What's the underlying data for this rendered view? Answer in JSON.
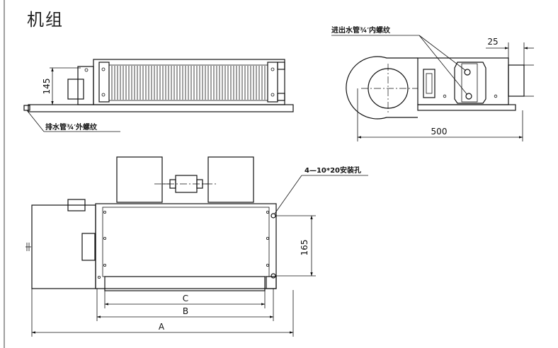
{
  "title": "机组",
  "labels": {
    "inlet_outlet_pipe": "进出水管¾′内螺纹",
    "drain_pipe": "排水管¾′外螺纹",
    "mounting_holes": "4—10*20安装孔"
  },
  "dimensions": {
    "height_145": "145",
    "offset_25": "25",
    "depth_500": "500",
    "hole_165": "165",
    "dim_c": "C",
    "dim_b": "B",
    "dim_a": "A"
  }
}
